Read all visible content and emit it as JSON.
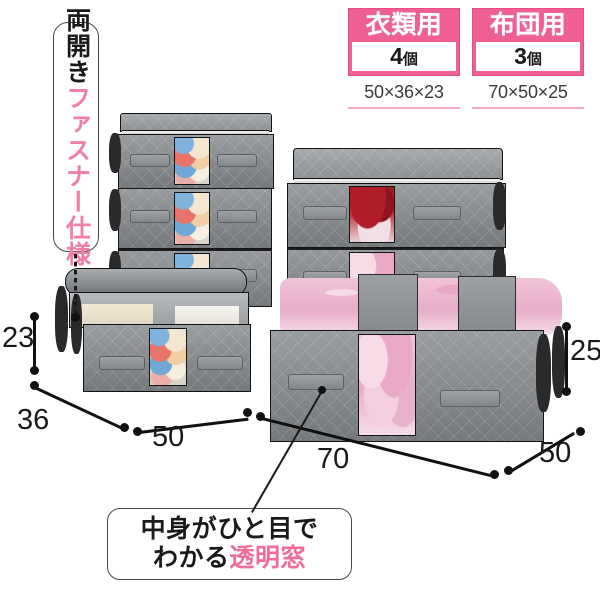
{
  "header": {
    "badges": [
      {
        "name": "clothing",
        "title": "衣類用",
        "count": "4",
        "count_unit": "個",
        "dimensions": "50×36×23",
        "bg_color": "#ef5f93",
        "title_color": "#ffffff",
        "underline_color": "#f6a7c4"
      },
      {
        "name": "futon",
        "title": "布団用",
        "count": "3",
        "count_unit": "個",
        "dimensions": "70×50×25",
        "bg_color": "#ef5f93",
        "title_color": "#ffffff",
        "underline_color": "#f6a7c4"
      }
    ]
  },
  "callouts": {
    "zipper": {
      "line1_black": "両開き",
      "line2_pink": "ファスナー仕様",
      "black_color": "#1a1a1a",
      "pink_color": "#ef7fa6",
      "orientation": "vertical"
    },
    "window": {
      "line1": "中身がひと目で",
      "line2_black": "わかる",
      "line2_pink": "透明窓",
      "black_color": "#1a1a1a",
      "pink_color": "#ef6e97"
    }
  },
  "dimensions": {
    "clothing_height": "23",
    "clothing_depth": "36",
    "clothing_width": "50",
    "futon_width": "70",
    "futon_depth": "50",
    "futon_height": "25"
  },
  "product": {
    "body_color": "#8d9093",
    "trim_color": "#1b1b1b",
    "zipper_color": "#e8e8e8",
    "bags": [
      {
        "id": "clothing-stack-top",
        "type": "clothing",
        "state": "closed",
        "window_content": "colorful-folded-clothes"
      },
      {
        "id": "clothing-stack-middle",
        "type": "clothing",
        "state": "closed",
        "window_content": "colorful-folded-clothes"
      },
      {
        "id": "clothing-stack-bottom",
        "type": "clothing",
        "state": "closed",
        "window_content": "colorful-folded-clothes"
      },
      {
        "id": "clothing-open-front",
        "type": "clothing",
        "state": "open",
        "window_content": "colorful-folded-clothes"
      },
      {
        "id": "futon-stack-top",
        "type": "futon",
        "state": "closed",
        "window_content": "red-patterned-bedding"
      },
      {
        "id": "futon-stack-bottom",
        "type": "futon",
        "state": "closed",
        "window_content": "pink-patterned-bedding"
      },
      {
        "id": "futon-open-front",
        "type": "futon",
        "state": "open",
        "window_content": "pink-floral-bedding"
      }
    ]
  }
}
